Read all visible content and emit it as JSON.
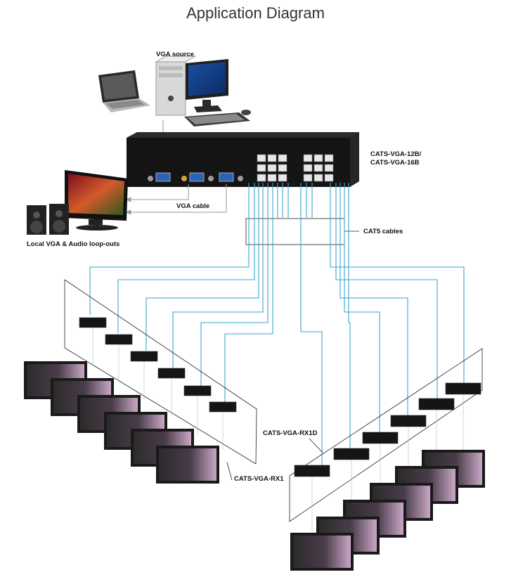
{
  "title": "Application Diagram",
  "labels": {
    "vga_source": "VGA source",
    "transmitter_line1": "CATS-VGA-12B/",
    "transmitter_line2": "CATS-VGA-16B",
    "vga_cable": "VGA cable",
    "local_loopout": "Local VGA & Audio loop-outs",
    "cat5_cables": "CAT5 cables",
    "receiver_rx1": "CATS-VGA-RX1",
    "receiver_rx1d": "CATS-VGA-RX1D"
  },
  "colors": {
    "cat5_cable": "#3aa6cf",
    "vga_cable": "#9a9a9a",
    "device_body": "#141414",
    "monitor_bezel": "#1a1a1a",
    "panel_outline": "#222222"
  },
  "icons": [
    "laptop-icon",
    "desktop-pc-icon",
    "monitor-icon",
    "keyboard-icon",
    "speaker-icon",
    "tv-monitor-icon",
    "receiver-unit-icon",
    "display-panel-icon"
  ]
}
